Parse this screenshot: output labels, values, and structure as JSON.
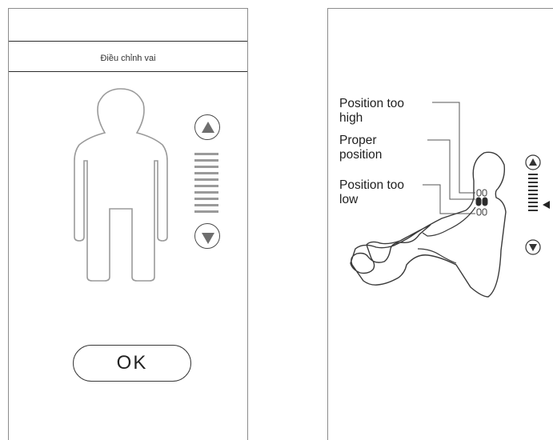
{
  "left_screen": {
    "title": "Điều chỉnh vai",
    "level_bar_count": 10,
    "ok_label": "OK",
    "icons": [
      "person-outline-icon",
      "triangle-up-icon",
      "triangle-down-icon"
    ]
  },
  "right_screen": {
    "labels": {
      "too_high": "Position too\nhigh",
      "proper": "Proper\nposition",
      "too_low": "Position too\nlow"
    },
    "level_bar_count": 10,
    "icons": [
      "reclining-person-icon",
      "triangle-up-icon",
      "triangle-down-icon",
      "pointer-arrow-icon"
    ]
  }
}
